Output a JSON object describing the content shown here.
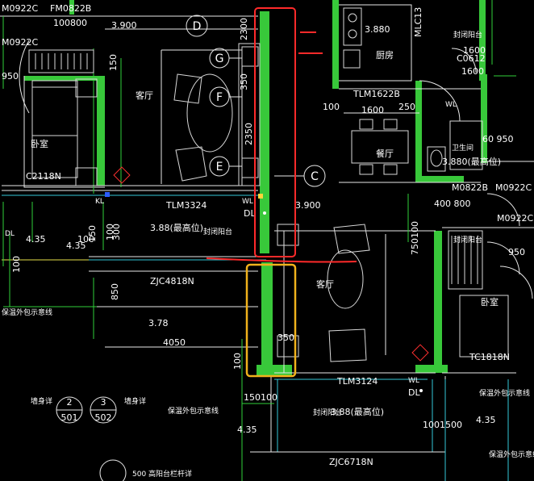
{
  "axes": {
    "D": "D",
    "G": "G",
    "F": "F",
    "E": "E",
    "C": "C"
  },
  "rooms": {
    "living_top": "客厅",
    "bedroom_left": "卧室",
    "kitchen": "厨房",
    "dining": "餐厅",
    "bathroom": "卫生间",
    "living_bottom": "客厅",
    "bedroom_right": "卧室"
  },
  "windows": {
    "m0922c_1": "M0922C",
    "fm0822b": "FM0822B",
    "c0612": "C0612",
    "tlm1622b": "TLM1622B",
    "c2118n": "C2118N",
    "tlm3324": "TLM3324",
    "m0822b": "M0822B",
    "m0922c_2": "M0922C",
    "m0922c_3": "M0922C",
    "zjc4818n": "ZJC4818N",
    "tc1818n": "TC1818N",
    "tlm3124": "TLM3124",
    "zjc6718n": "ZJC6718N"
  },
  "dims": {
    "d2300": "2300",
    "d350a": "350",
    "d2350": "2350",
    "d100800": "100800",
    "d150a": "150",
    "d950": "950",
    "d1600a": "1600",
    "d250": "250",
    "d100a": "100",
    "d1600b": "1600",
    "d100b": "100",
    "d850": "850",
    "d300": "300",
    "d100c": "100",
    "d150b": "150",
    "d850b": "850",
    "d4050": "4050",
    "d350b": "350",
    "d100d": "100",
    "d150100": "150100",
    "d1001500": "1001500",
    "d750100": "750100",
    "d100e": "100",
    "d950b": "950",
    "d60950": "60 950",
    "d1600c": "1600",
    "d150c": "150",
    "d4500": "400 800",
    "d100f": "100"
  },
  "levels": {
    "l3900a": "3.900",
    "l3880": "3.880",
    "l3900b": "3.900",
    "l388": "3.88(最高位)",
    "l3880b": "3.880(最高位)",
    "l435a": "4.35",
    "l435b": "4.35",
    "l378": "3.78",
    "l388b": "3.88(最高位)",
    "l435c": "4.35",
    "l435d": "4.35"
  },
  "notes": {
    "closed_balcony_a": "封闭阳台",
    "closed_balcony_b": "封闭阳台",
    "closed_balcony_c": "封闭阳台",
    "closed_balcony_d": "封闭阳台",
    "insulation_a": "保温外包示意线",
    "insulation_b": "保温外包示意线",
    "insulation_c": "保温外包示意线",
    "insulation_d": "保温外包示意线",
    "wall_detail_a": "墙身详",
    "wall_detail_b": "墙身详",
    "railing": "高阳台栏杆详",
    "dl_a": "DL",
    "dl_b": "DL",
    "wl_a": "WL",
    "wl_b": "WL",
    "wl_c": "WL",
    "kl": "KL",
    "mlc": "MLC13",
    "dl_side": "DL",
    "high_pos": "(最高位)"
  },
  "callouts": {
    "c2_num": "2",
    "c2_sheet": "501",
    "c3_num": "3",
    "c3_sheet": "502",
    "c500": "500"
  },
  "markup_colors": {
    "red_box": "#ff2a2a",
    "yellow_box": "#f0b21c",
    "wall": "#38c83a"
  }
}
